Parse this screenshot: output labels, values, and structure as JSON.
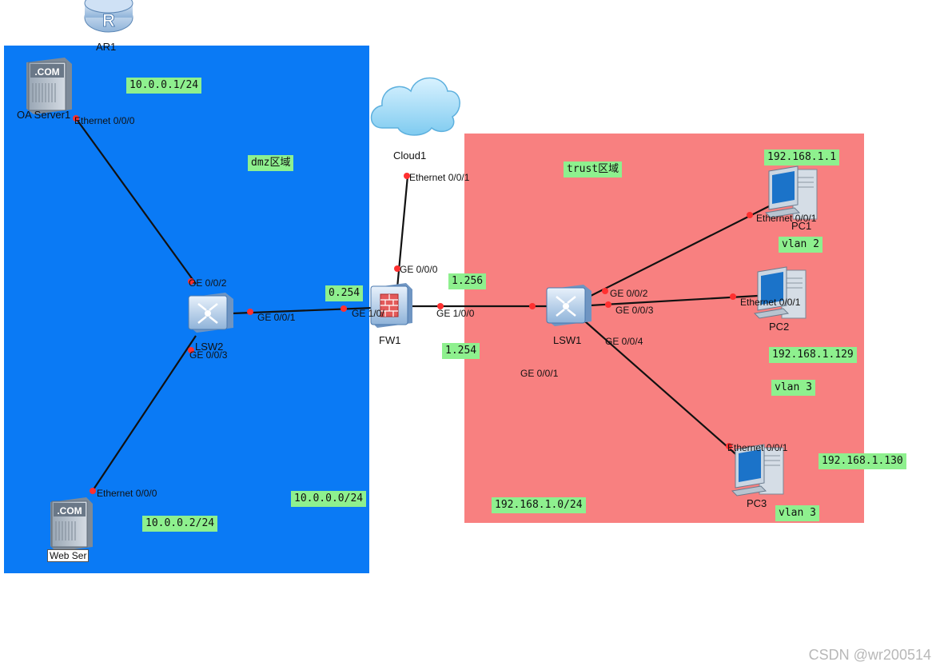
{
  "zones": {
    "dmz": {
      "label": "dmz区域",
      "color": "#0a7af5"
    },
    "trust": {
      "label": "trust区域",
      "color": "#f88080"
    }
  },
  "devices": {
    "ar1": {
      "name": "AR1",
      "icon": "router-icon",
      "glyph": "R"
    },
    "oa_server": {
      "name": "OA Server1",
      "icon": "server-icon",
      "glyph": ".COM"
    },
    "web_server": {
      "name": "Web Ser",
      "icon": "server-icon",
      "glyph": ".COM"
    },
    "lsw2": {
      "name": "LSW2",
      "icon": "switch-icon"
    },
    "fw1": {
      "name": "FW1",
      "icon": "firewall-icon"
    },
    "cloud1": {
      "name": "Cloud1",
      "icon": "cloud-icon"
    },
    "lsw1": {
      "name": "LSW1",
      "icon": "switch-icon"
    },
    "pc1": {
      "name": "PC1",
      "icon": "pc-icon"
    },
    "pc2": {
      "name": "PC2",
      "icon": "pc-icon"
    },
    "pc3": {
      "name": "PC3",
      "icon": "pc-icon"
    }
  },
  "ports": {
    "oa_eth": "Ethernet 0/0/0",
    "lsw2_ge002": "GE 0/0/2",
    "lsw2_ge001": "GE 0/0/1",
    "lsw2_ge003": "GE 0/0/3",
    "web_eth": "Ethernet 0/0/0",
    "fw_ge100_left": "GE 1/0/",
    "fw_ge100_right": "GE 1/0/0",
    "fw_ge000": "GE 0/0/0",
    "cloud_eth": "Ethernet 0/0/1",
    "lsw1_ge002": "GE 0/0/2",
    "lsw1_ge003": "GE 0/0/3",
    "lsw1_ge004": "GE 0/0/4",
    "lsw1_ge001": "GE 0/0/1",
    "pc1_eth": "Ethernet 0/0/1",
    "pc2_eth": "Ethernet 0/0/1",
    "pc3_eth": "Ethernet 0/0/1"
  },
  "addresses": {
    "oa_ip": "10.0.0.1/24",
    "web_ip": "10.0.0.2/24",
    "dmz_net": "10.0.0.0/24",
    "fw_dmz": "0.254",
    "fw_up": "1.256",
    "fw_trust": "1.254",
    "pc1_ip": "192.168.1.1",
    "pc2_ip": "192.168.1.129",
    "pc3_ip": "192.168.1.130",
    "trust_net": "192.168.1.0/24",
    "pc1_vlan": "vlan 2",
    "pc2_vlan": "vlan 3",
    "pc3_vlan": "vlan 3"
  },
  "colors": {
    "link": "#111111",
    "port_dot": "#ff3030",
    "ip_label_bg": "#8ef08e"
  },
  "watermark": "CSDN @wr200514"
}
